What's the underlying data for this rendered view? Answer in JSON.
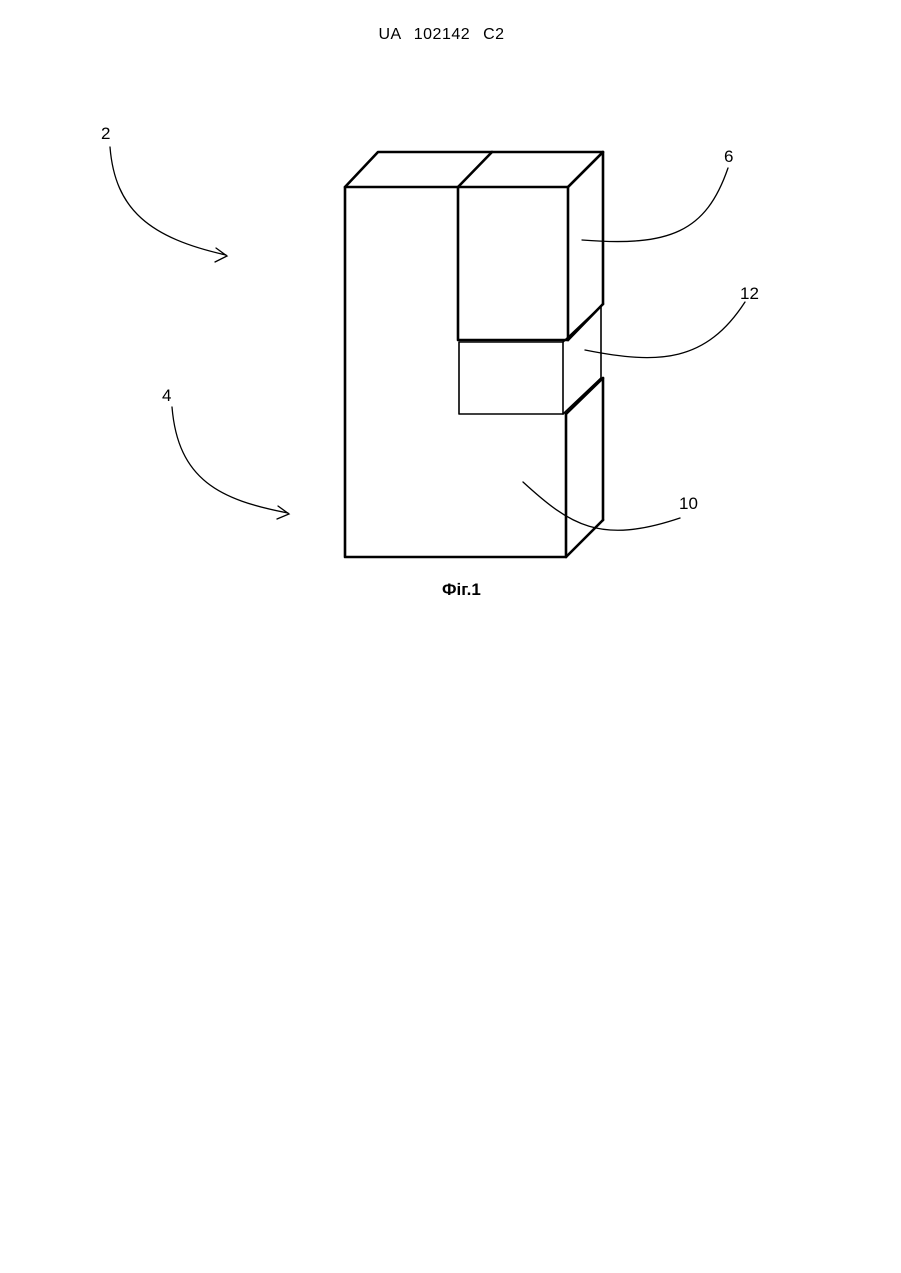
{
  "header": {
    "document_id": "UA   102142   C2"
  },
  "figure": {
    "caption": "Фіг.1",
    "labels": {
      "ref_2": "2",
      "ref_4": "4",
      "ref_6": "6",
      "ref_12": "12",
      "ref_10": "10"
    }
  }
}
